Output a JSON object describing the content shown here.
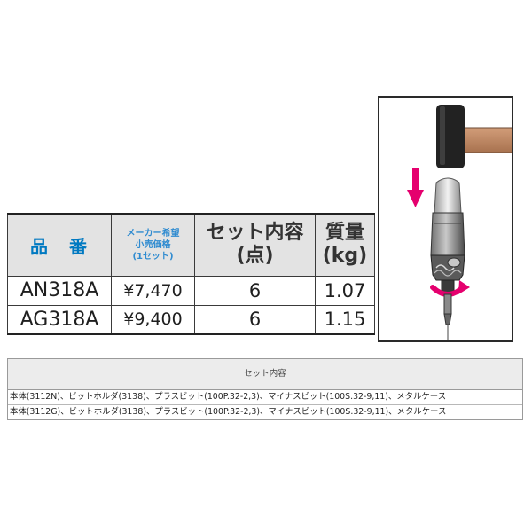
{
  "spec_table": {
    "headers": {
      "model": "品　番",
      "price": [
        "メーカー希望",
        "小売価格",
        "(1セット)"
      ],
      "set_contents": [
        "セット内容",
        "(点)"
      ],
      "weight": [
        "質量",
        "(kg)"
      ]
    },
    "rows": [
      {
        "model": "AN318A",
        "price": "¥7,470",
        "qty": "6",
        "weight": "1.07"
      },
      {
        "model": "AG318A",
        "price": "¥9,400",
        "qty": "6",
        "weight": "1.15"
      }
    ]
  },
  "illustration": {
    "icon": "impact-driver-hammer-illustration",
    "arrow_color": "#e5006e",
    "hammer_handle_color": "#c08a66"
  },
  "contents_table": {
    "header": "セット内容",
    "rows": [
      "本体(3112N)、ビットホルダ(3138)、プラスビット(100P.32-2,3)、マイナスビット(100S.32-9,11)、メタルケース",
      "本体(3112G)、ビットホルダ(3138)、プラスビット(100P.32-2,3)、マイナスビット(100S.32-9,11)、メタルケース"
    ]
  },
  "colors": {
    "header_blue": "#0079c1",
    "header_bg": "#e3e3e3"
  }
}
